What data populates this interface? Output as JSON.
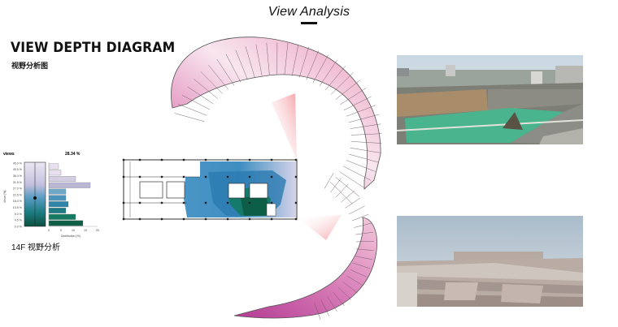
{
  "header": {
    "title": "View Analysis"
  },
  "diagram": {
    "title": "VIEW DEPTH DIAGRAM",
    "subtitle": "视野分析图"
  },
  "histogram": {
    "views_label": "views",
    "percent_label": "28.34 %",
    "bin_labels": [
      "45.0 %",
      "40.5 %",
      "36.0 %",
      "31.5 %",
      "27.0 %",
      "22.5 %",
      "18.0 %",
      "13.5 %",
      "9.0 %",
      "4.5 %",
      "0.0 %"
    ],
    "x_ticks": [
      "0",
      "5",
      "10",
      "15",
      "20"
    ],
    "x_title": "Distribution [%]",
    "y_title": "Views [%]",
    "bars": [
      4,
      5,
      11,
      17,
      7,
      7,
      8,
      7,
      11,
      14
    ],
    "bar_colors": [
      "#e7dff0",
      "#e7dff0",
      "#d4cde4",
      "#b9b6d6",
      "#6fa7c8",
      "#4b93b8",
      "#2f85a7",
      "#1f7a86",
      "#157a60",
      "#0e5f46"
    ]
  },
  "floor": {
    "label": "14F 视野分析"
  },
  "colors": {
    "pink_light": "#f7e3ec",
    "pink_mid": "#e999c2",
    "magenta": "#c0479b",
    "blue": "#4691c2",
    "teal": "#0f6f55"
  }
}
